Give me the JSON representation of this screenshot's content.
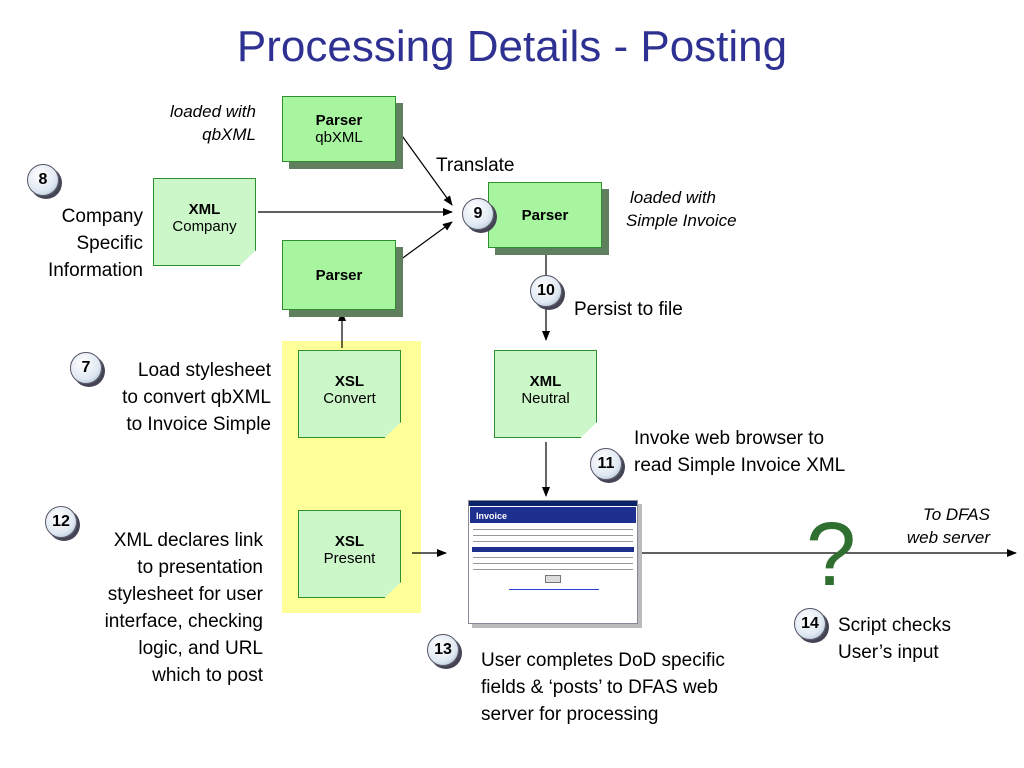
{
  "title": "Processing Details - Posting",
  "boxes": {
    "parser_qbxml": {
      "line1": "Parser",
      "line2": "qbXML"
    },
    "parser_top_right": {
      "line1": "Parser"
    },
    "parser_middle": {
      "line1": "Parser"
    },
    "xml_company": {
      "line1": "XML",
      "line2": "Company"
    },
    "xsl_convert": {
      "line1": "XSL",
      "line2": "Convert"
    },
    "xsl_present": {
      "line1": "XSL",
      "line2": "Present"
    },
    "xml_neutral": {
      "line1": "XML",
      "line2": "Neutral"
    }
  },
  "badges": {
    "b7": "7",
    "b8": "8",
    "b9": "9",
    "b10": "10",
    "b11": "11",
    "b12": "12",
    "b13": "13",
    "b14": "14"
  },
  "labels": {
    "loaded_qbxml_1": "loaded with",
    "loaded_qbxml_2": "qbXML",
    "translate": "Translate",
    "loaded_simple_1": "loaded with",
    "loaded_simple_2": "Simple Invoice",
    "company_1": "Company",
    "company_2": "Specific",
    "company_3": "Information",
    "persist": "Persist to file",
    "load_1": "Load stylesheet",
    "load_2": "to convert qbXML",
    "load_3": "to Invoice Simple",
    "invoke_1": "Invoke web browser to",
    "invoke_2": "read Simple Invoice XML",
    "declares_1": "XML declares link",
    "declares_2": "to presentation",
    "declares_3": "stylesheet for user",
    "declares_4": "interface, checking",
    "declares_5": "logic, and URL",
    "declares_6": "which to post",
    "user_1": "User completes DoD specific",
    "user_2": "fields & ‘posts’ to DFAS web",
    "user_3": "server for processing",
    "script_1": "Script checks",
    "script_2": "User’s input",
    "dfas_1": "To DFAS",
    "dfas_2": "web server",
    "question": "?"
  },
  "browser": {
    "header": "Invoice"
  },
  "colors": {
    "title": "#2e3192",
    "box_fill": "#a8f5a0",
    "doc_fill": "#ccf7c8",
    "highlight": "#ffff99",
    "qmark": "#2f6f2f"
  }
}
